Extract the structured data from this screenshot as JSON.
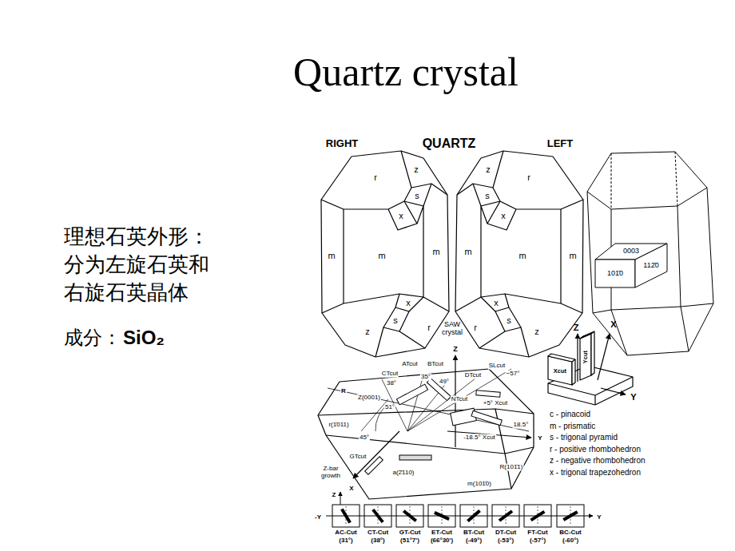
{
  "diagram": {
    "title": "Quartz crystal",
    "nodes": [
      {
        "text": [
          "AC-Cut",
          "(31°)"
        ]
      },
      {
        "text": [
          "CT-Cut",
          "(38°)"
        ]
      },
      {
        "text": [
          "GT-Cut",
          "(51°7')"
        ]
      },
      {
        "text": [
          "ET-Cut",
          "(66°30')"
        ]
      },
      {
        "text": [
          "BT-Cut",
          "(-49°)"
        ]
      },
      {
        "text": [
          "DT-Cut",
          "(-53°)"
        ]
      },
      {
        "text": [
          "FT-Cut",
          "(-57°)"
        ]
      },
      {
        "text": [
          "BC-Cut",
          "(-60°)"
        ]
      }
    ],
    "labels": [
      "理想石英外形：",
      "分为左旋石英和",
      "右旋石英晶体",
      "成分：",
      "SiO₂",
      "RIGHT",
      "QUARTZ",
      "LEFT",
      "r",
      "z",
      "s",
      "x",
      "m",
      "m",
      "m",
      "x",
      "s",
      "r",
      "z",
      "r",
      "z",
      "s",
      "x",
      "m",
      "m",
      "m",
      "x",
      "s",
      "r",
      "z",
      "SAW crystal",
      "0003",
      "101̄0",
      "112̄0",
      "Z",
      "X",
      "Y",
      "Xcut",
      "Ycut",
      "c - pinacoid",
      "m - prismatic",
      "s - trigonal pyramid",
      "r - positive rhombohedron",
      "z - negative rhombohedron",
      "x - trigonal trapezohedron",
      "ATcut",
      "BTcut",
      "CTcut",
      "38°",
      "35°",
      "49°",
      "DTcut",
      "SLcut",
      "−57°",
      "NTcut",
      "+5° Xcut",
      "18.5°",
      "-18.5° Xcut",
      "R",
      "Z(0001)",
      "r(1̄011)",
      "51°",
      "45°",
      "GTcut",
      "Z-bar growth",
      "X",
      "a(2̄110)",
      "R(101̄1)",
      "m(101̄0)",
      "Y",
      "Z",
      "-Y",
      "Y",
      "Z"
    ]
  }
}
